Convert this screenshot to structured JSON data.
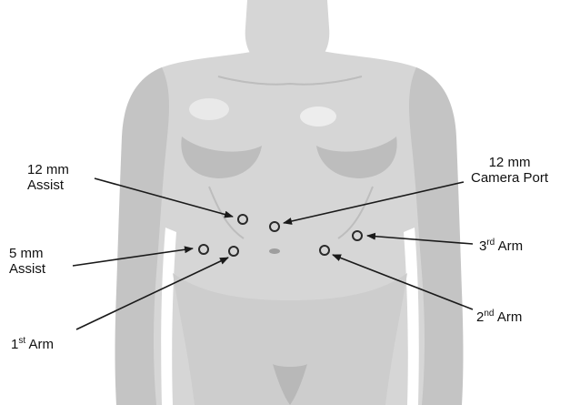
{
  "labels": {
    "assist12": {
      "line1": "12 mm",
      "line2": "Assist"
    },
    "camera": {
      "line1": "12 mm",
      "line2": "Camera Port"
    },
    "assist5": {
      "line1": "5 mm",
      "line2": "Assist"
    },
    "arm3": {
      "num": "3",
      "sup": "rd",
      "word": "Arm"
    },
    "arm2": {
      "num": "2",
      "sup": "nd",
      "word": "Arm"
    },
    "arm1": {
      "num": "1",
      "sup": "st",
      "word": "Arm"
    }
  },
  "colors": {
    "body_base": "#d6d6d6",
    "body_shade": "#bcbcbc",
    "body_highlight": "#e9e9e9",
    "port_stroke": "#2a2a2a",
    "arrow": "#1a1a1a"
  }
}
